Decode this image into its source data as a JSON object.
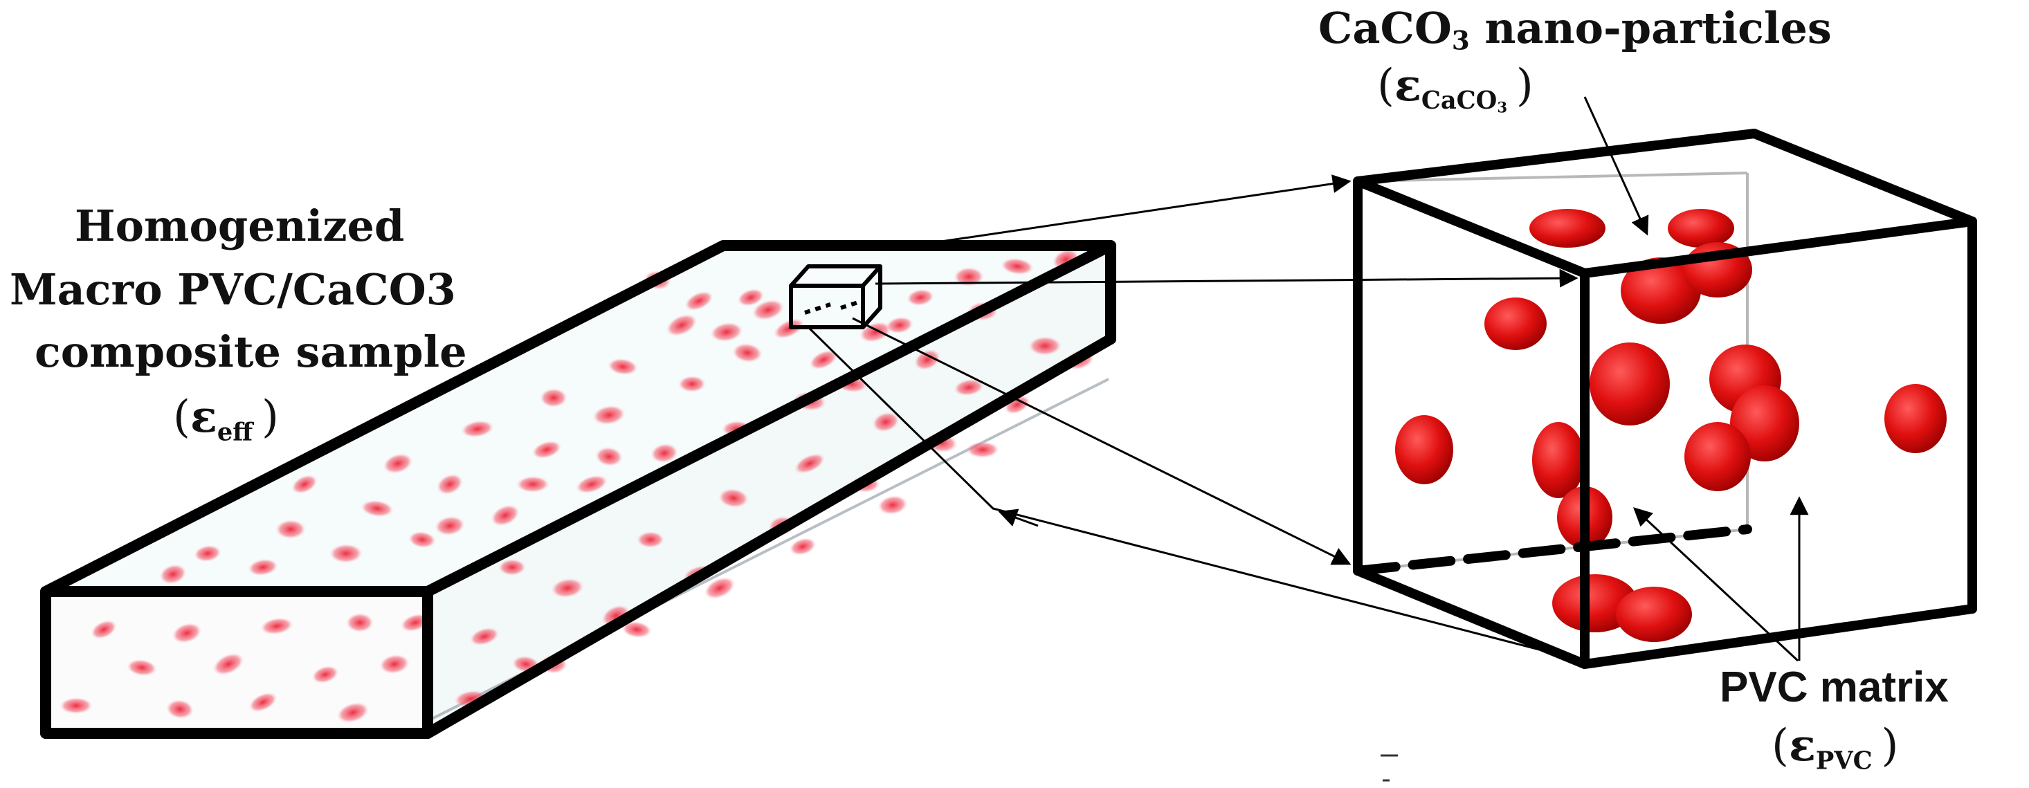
{
  "labels": {
    "macro_sample": {
      "line1": "Homogenized",
      "line2": "Macro PVC/CaCO3",
      "line3": "composite sample",
      "symbol": "ε",
      "subscript": "eff"
    },
    "nanoparticles": {
      "text_main": "CaCO",
      "text_sub": "3",
      "text_rest": " nano-particles",
      "symbol": "ε",
      "subscript_main": "CaCO",
      "subscript_sub": "3"
    },
    "matrix": {
      "text": "PVC matrix",
      "symbol": "ε",
      "subscript": "PVC"
    }
  },
  "colors": {
    "outline": "#000000",
    "particle": "#e01010",
    "particle_dark": "#a80000",
    "particle_light": "#ff4a4a",
    "speckle": "#ee3344"
  }
}
